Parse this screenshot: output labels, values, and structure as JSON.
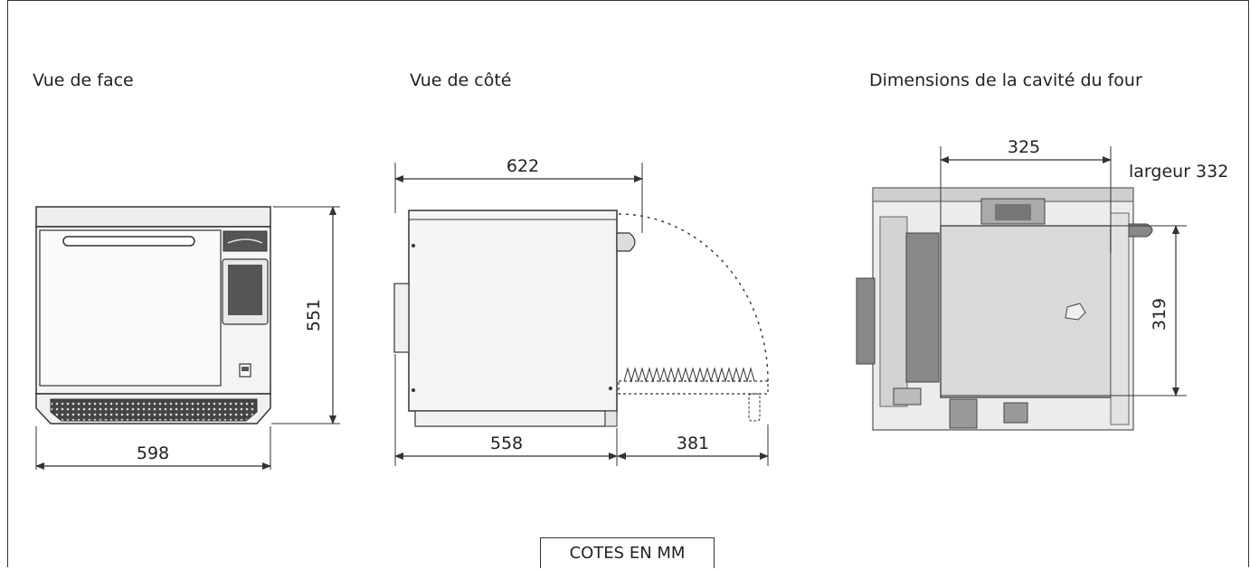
{
  "views": {
    "front": {
      "title": "Vue de face",
      "width_label": "598",
      "height_label": "551"
    },
    "side": {
      "title": "Vue de côté",
      "depth_label": "622",
      "body_label": "558",
      "door_label": "381"
    },
    "cavity": {
      "title": "Dimensions de la cavité du four",
      "depth_label": "325",
      "width_note": "largeur 332",
      "height_label": "319"
    }
  },
  "units_note": "COTES EN MM",
  "colors": {
    "line": "#333333",
    "body": "#f2f2f2",
    "dark": "#555555",
    "cavity_fill": "#d9d9d9"
  }
}
